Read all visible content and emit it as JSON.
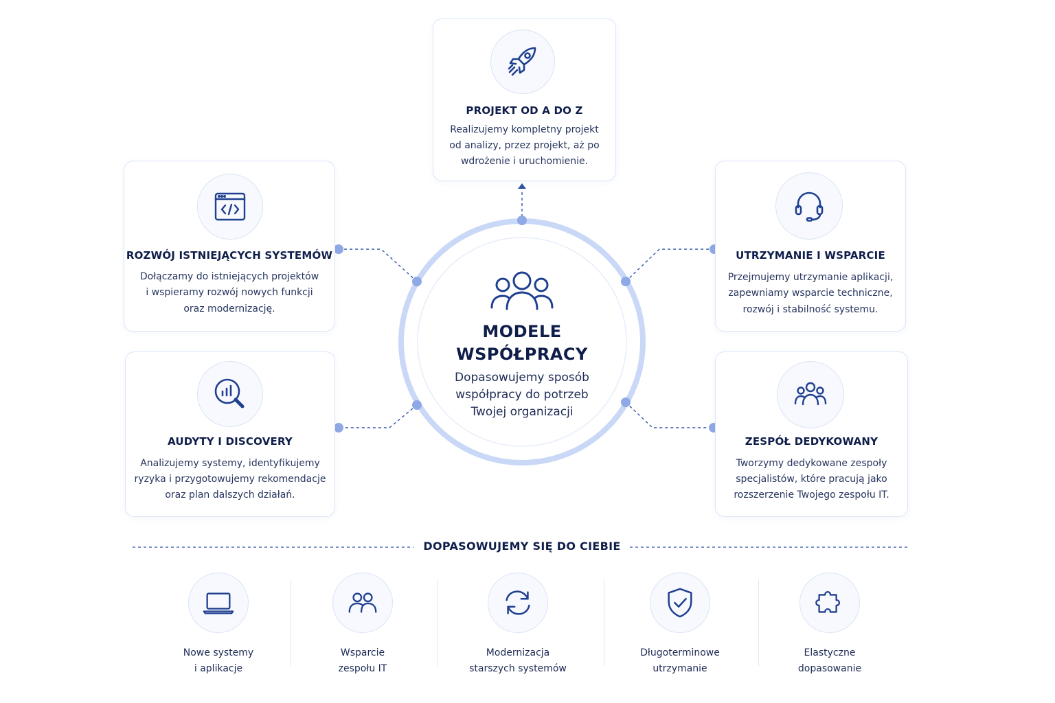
{
  "center": {
    "title_line1": "MODELE",
    "title_line2": "WSPÓŁPRACY",
    "desc_line1": "Dopasowujemy sposób",
    "desc_line2": "współpracy do potrzeb",
    "desc_line3": "Twojej organizacji",
    "icon": "users-group-icon"
  },
  "cards": {
    "top": {
      "title": "PROJEKT OD A DO Z",
      "desc_line1": "Realizujemy kompletny projekt",
      "desc_line2": "od analizy, przez projekt, aż po",
      "desc_line3": "wdrożenie i uruchomienie.",
      "icon": "rocket-icon"
    },
    "left_top": {
      "title": "ROZWÓJ ISTNIEJĄCYCH SYSTEMÓW",
      "desc_line1": "Dołączamy do istniejących projektów",
      "desc_line2": "i wspieramy rozwój nowych funkcji",
      "desc_line3": "oraz modernizację.",
      "icon": "code-window-icon"
    },
    "right_top": {
      "title": "UTRZYMANIE I WSPARCIE",
      "desc_line1": "Przejmujemy utrzymanie aplikacji,",
      "desc_line2": "zapewniamy wsparcie techniczne,",
      "desc_line3": "rozwój i stabilność systemu.",
      "icon": "headset-icon"
    },
    "left_bottom": {
      "title": "AUDYTY I DISCOVERY",
      "desc_line1": "Analizujemy systemy, identyfikujemy",
      "desc_line2": "ryzyka i przygotowujemy rekomendacje",
      "desc_line3": "oraz plan dalszych działań.",
      "icon": "chart-magnifier-icon"
    },
    "right_bottom": {
      "title": "ZESPÓŁ DEDYKOWANY",
      "desc_line1": "Tworzymy dedykowane zespoły",
      "desc_line2": "specjalistów, które pracują jako",
      "desc_line3": "rozszerzenie Twojego zespołu IT.",
      "icon": "team-icon"
    }
  },
  "bottom": {
    "heading": "DOPASOWUJEMY SIĘ DO CIEBIE",
    "items": [
      {
        "line1": "Nowe systemy",
        "line2": "i aplikacje",
        "icon": "laptop-icon"
      },
      {
        "line1": "Wsparcie",
        "line2": "zespołu IT",
        "icon": "two-users-icon"
      },
      {
        "line1": "Modernizacja",
        "line2": "starszych systemów",
        "icon": "refresh-icon"
      },
      {
        "line1": "Długoterminowe",
        "line2": "utrzymanie",
        "icon": "shield-check-icon"
      },
      {
        "line1": "Elastyczne",
        "line2": "dopasowanie",
        "icon": "puzzle-icon"
      }
    ]
  },
  "colors": {
    "navy": "#0f1d4a",
    "accent": "#1f3f8f",
    "ring": "#c9d8f6",
    "dot": "#8fa9e6",
    "border": "#dbe5f7"
  }
}
